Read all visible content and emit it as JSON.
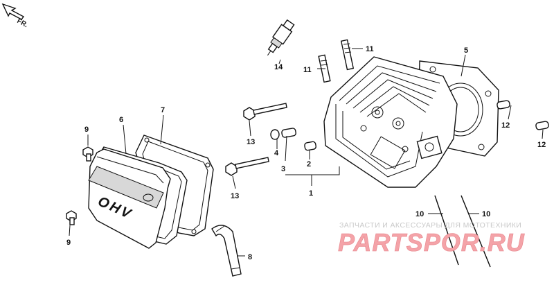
{
  "orientation": {
    "label": "FR."
  },
  "cover_lettering": "OHV",
  "callouts": [
    "1",
    "2",
    "3",
    "4",
    "5",
    "6",
    "7",
    "8",
    "9",
    "9",
    "10",
    "10",
    "11",
    "11",
    "12",
    "12",
    "13",
    "13",
    "14"
  ],
  "watermark": {
    "tagline": "ЗАПЧАСТИ И АКСЕССУАРЫ ДЛЯ МОТОТЕХНИКИ",
    "site": "PARTSPOR.RU"
  },
  "colors": {
    "line": "#111111",
    "watermark_text": "#c9c9c9",
    "watermark_logo": "#f4a3a8"
  }
}
